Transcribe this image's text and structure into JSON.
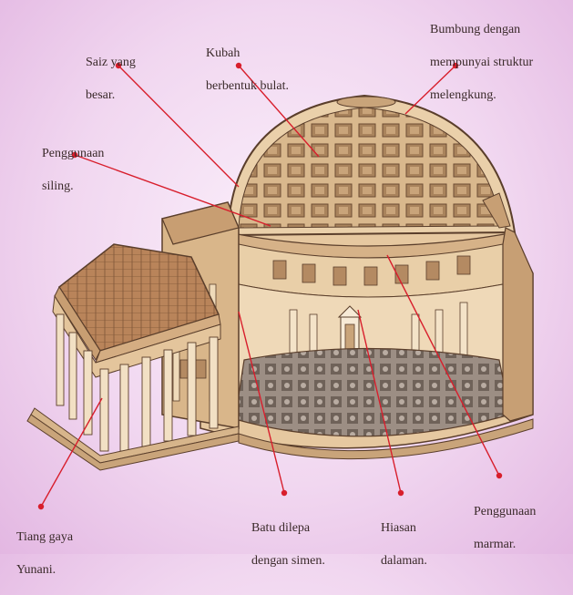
{
  "labels": {
    "saiz": [
      "Saiz yang",
      "besar."
    ],
    "kubah": [
      "Kubah",
      "berbentuk bulat."
    ],
    "bumbung": [
      "Bumbung dengan",
      "mempunyai struktur",
      "melengkung."
    ],
    "siling": [
      "Penggunaan",
      "siling."
    ],
    "tiang": [
      "Tiang gaya",
      "Yunani."
    ],
    "batu": [
      "Batu dilepa",
      "dengan simen."
    ],
    "hiasan": [
      "Hiasan",
      "dalaman."
    ],
    "marmar": [
      "Penggunaan",
      "marmar."
    ]
  },
  "colors": {
    "leader": "#d81e2c",
    "stone": "#e3c49a",
    "stone_dark": "#b8926a",
    "roof": "#b37a50",
    "outline": "#5a3e2b",
    "floor": "#8a7a6e"
  }
}
